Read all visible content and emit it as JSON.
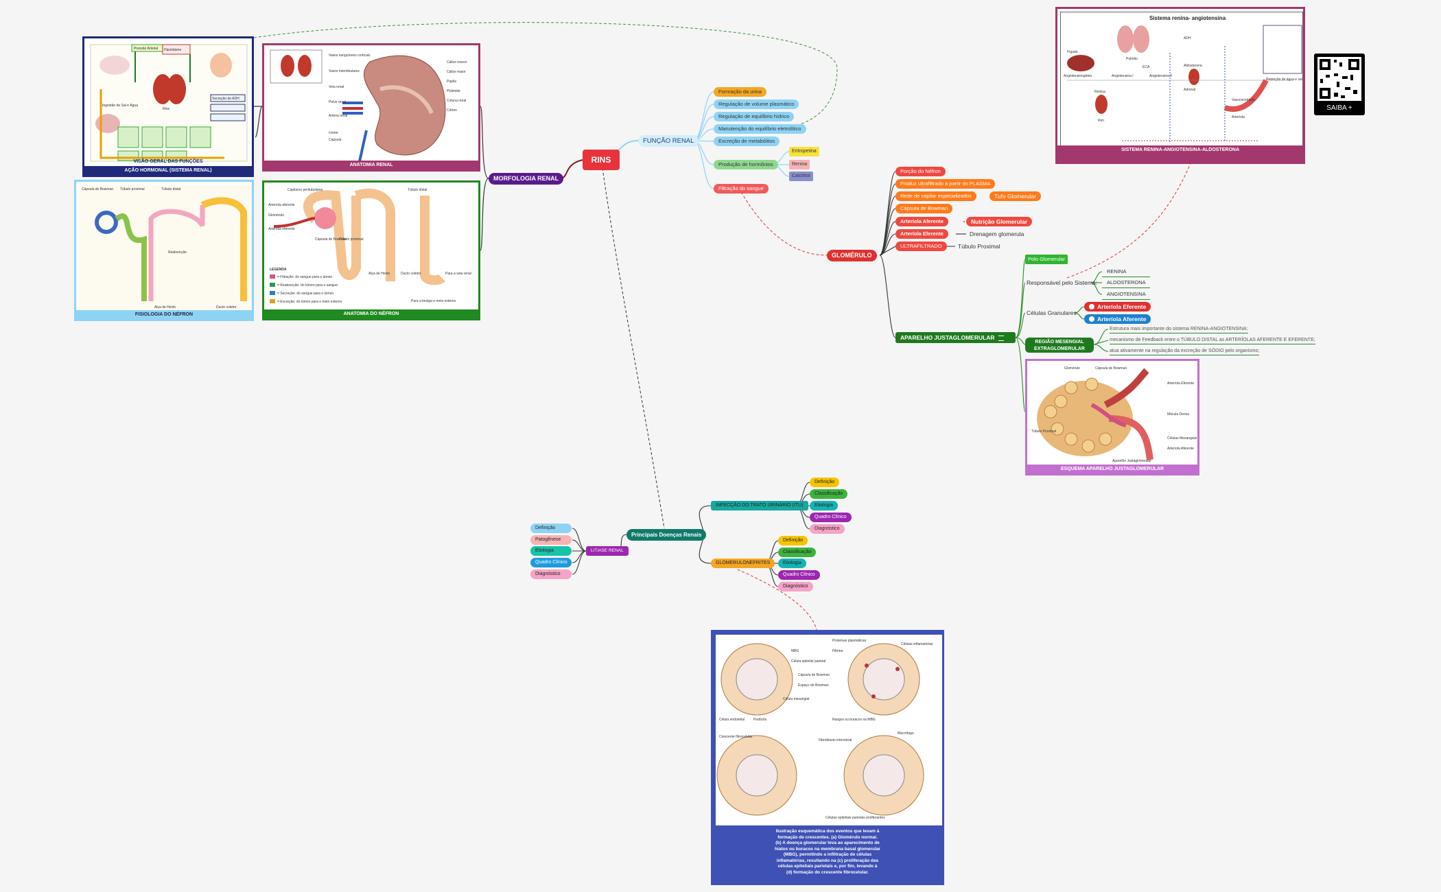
{
  "central": {
    "label": "RINS"
  },
  "morfologia": {
    "label": "MORFOLOGIA RENAL",
    "cards": {
      "acao_hormonal": {
        "caption": "AÇÃO HORMONAL (SISTEMA RENAL)",
        "subtitle": "VISÃO GERAL DAS FUNÇÕES",
        "labels": [
          "Pressão Arterial",
          "Hipotálamo",
          "Ingestão de Sal e Água",
          "Secreção de ADH",
          "Rins"
        ]
      },
      "anatomia_renal": {
        "caption": "ANATOMIA RENAL",
        "labels": [
          "Vasos sanguíneos corticais",
          "Vasos interlobulares",
          "Veia renal",
          "Artéria renal",
          "Pelve renal",
          "Ureter",
          "Cápsula",
          "Cálice menor",
          "Cálice maior",
          "Papila",
          "Pirâmide",
          "Coluna renal",
          "Córtex"
        ]
      },
      "fisiologia_nefron": {
        "caption": "FISIOLOGIA DO NÉFRON",
        "labels": [
          "Cápsula de Bowman",
          "Túbulo proximal",
          "Túbulo distal",
          "Alça de Henle",
          "Ducto coletor",
          "Reabsorção"
        ]
      },
      "anatomia_nefron": {
        "caption": "ANATOMIA DO NÉFRON",
        "labels": [
          "Capilares peritubulares",
          "Túbulo distal",
          "Arteríola aferente",
          "Glomérulo",
          "Arteríola eferente",
          "Cápsula de Bowman",
          "Túbulo proximal",
          "Alça de Henle",
          "Ducto coletor",
          "Para a veia renal",
          "Para a bexiga e meio externo",
          "LEGENDA",
          "= Filtração: do sangue para o lúmen",
          "= Reabsorção: do lúmen para o sangue",
          "= Secreção: do sangue para o lúmen",
          "= Excreção: do lúmen para o meio externo"
        ]
      }
    }
  },
  "funcao": {
    "label": "FUNÇÃO RENAL",
    "items": [
      {
        "label": "Formação da urina",
        "color": "#f5a623"
      },
      {
        "label": "Regulação de volume plasmático",
        "color": "#8fd3f4"
      },
      {
        "label": "Regulação de equilíbrio hídrico",
        "color": "#8fd3f4"
      },
      {
        "label": "Manutenção do equilíbrio eletrolítico",
        "color": "#8fd3f4"
      },
      {
        "label": "Excreção de metabólitos",
        "color": "#8fd3f4"
      },
      {
        "label": "Produção de hormônios",
        "color": "#8ed88e"
      },
      {
        "label": "Filtração do sangue",
        "color": "#f05a5a"
      }
    ],
    "hormones": [
      {
        "label": "Eritropetina",
        "color": "#f7e23a"
      },
      {
        "label": "Renina",
        "color": "#f6b3b3"
      },
      {
        "label": "Calcitriol",
        "color": "#8a90cc"
      }
    ]
  },
  "glomerulo": {
    "label": "GLOMÉRULO",
    "items": [
      {
        "label": "Porção do Néfron",
        "color": "#f0483f"
      },
      {
        "label": "Produz ultrafiltrado a partir do PLASMA",
        "color": "#ff7a1a"
      },
      {
        "label": "Rede de capilar especializados",
        "color": "#ff7a1a"
      },
      {
        "label": "Cápsula de Bowman",
        "color": "#ff7a1a"
      },
      {
        "label": "Arteríola Aferente",
        "color": "#f0483f"
      },
      {
        "label": "Arteríola Eferente",
        "color": "#f0483f"
      },
      {
        "label": "ULTRAFILTRADO",
        "color": "#f0483f"
      }
    ],
    "tufo": "Tufo Glomerular",
    "nutricao": "Nutrição Glomerular",
    "drenagem": "Drenagem glomerula",
    "tubulo": "Túbulo Proximal"
  },
  "justa": {
    "label": "APARELHO JUSTAGLOMERULAR",
    "polo": "Polo Glomerular",
    "responsavel": "Responsável pelo Sistema:",
    "sistema": [
      "RENINA",
      "ALDOSTERONA",
      "ANGIOTENSINA"
    ],
    "celulas": "Células Granulares",
    "arteriolas": [
      "Arteríola Eferente",
      "Arteríola Aferente"
    ],
    "regiao": "REGIÃO MESENGIAL EXTRAGLOMERULAR",
    "notes": [
      "Estrutura mais importante do sistema RENINA-ANGIOTENSINA;",
      "mecanismo de Feedback entre o TÚBULO DISTAL as ARTERÍOLAS AFERENTE E EFERENTE;",
      "atua ativamente na regulação da excreção de SÓDIO pelo organismo;"
    ],
    "card_caption": "ESQUEMA APARELHO JUSTAGLOMERULAR",
    "card_labels": [
      "Glomérulo",
      "Cápsula de Bowman",
      "Arteríola Eferente",
      "Mácula Densa",
      "Células Mesangiais",
      "Arteríola Aferente",
      "Túbulo Proximal",
      "Aparelho Justaglomerular"
    ]
  },
  "raa": {
    "title": "Sistema renina- angiotensina",
    "caption": "SISTEMA RENINA-ANGIOTENSINA-ALDOSTERONA",
    "labels": [
      "Fígado",
      "Angiotensinogênio",
      "Renina",
      "Rim",
      "Angiotensina I",
      "Angiotensina II",
      "Pulmão",
      "ECA",
      "Arteríola",
      "Vasoconstrição",
      "Aldosterona",
      "Adrenal",
      "ADH",
      "Retenção de água e sal"
    ],
    "saiba": "SAIBA +"
  },
  "doencas": {
    "label": "Principais Doenças Renais",
    "itu": "INFECÇÃO DO TRATO URINÁRIO (ITU)",
    "glomerulonefrites": "GLOMERULONEFRITES",
    "litiase": "LITIASE RENAL",
    "itu_items": [
      {
        "label": "Definição",
        "color": "#f5c400"
      },
      {
        "label": "Classificação",
        "color": "#3db33d"
      },
      {
        "label": "Etiologia",
        "color": "#17b3b3"
      },
      {
        "label": "Quadro Clínico",
        "color": "#9c27b0"
      },
      {
        "label": "Diagnóstico",
        "color": "#f5a3c7"
      }
    ],
    "glo_items": [
      {
        "label": "Definição",
        "color": "#f5c400"
      },
      {
        "label": "Classificação",
        "color": "#3db33d"
      },
      {
        "label": "Etiologia",
        "color": "#17b3b3"
      },
      {
        "label": "Quadro Clínico",
        "color": "#9c27b0"
      },
      {
        "label": "Diagnóstico",
        "color": "#f5a3c7"
      }
    ],
    "lit_items": [
      {
        "label": "Definição",
        "color": "#8fd3f4"
      },
      {
        "label": "Patogênese",
        "color": "#f6b3b3"
      },
      {
        "label": "Etiologia",
        "color": "#17c4a8"
      },
      {
        "label": "Quadro Clínico",
        "color": "#1e9be0"
      },
      {
        "label": "Diagnóstico",
        "color": "#f5a3c7"
      }
    ],
    "card_caption": "Ilustração esquemática dos eventos que levam à formação de crescentes. (a) Glomérulo normal. (b) A doença glomerular leva ao aparecimento de hiatos ou buracos na membrana basal glomerular (MBG), permitindo a infiltração de células inflamatórias, resultando na (c) proliferação das células epiteliais parietais e, por fim, levando à (d) formação do crescente fibrocelular.",
    "card_labels": [
      "MBG",
      "Célula epitelial parietal",
      "Cápsula de Bowman",
      "Espaço de Bowman",
      "Célula mesangial",
      "Célula endotelial",
      "Podócito",
      "Proteínas plasmáticas",
      "Fibrina",
      "Células inflamatórias",
      "Rasgos ou buracos na MBG",
      "Macrófago",
      "Fibroblasto intersticial",
      "Crescente fibrocelular",
      "Células epiteliais parietais proliferantes"
    ]
  }
}
